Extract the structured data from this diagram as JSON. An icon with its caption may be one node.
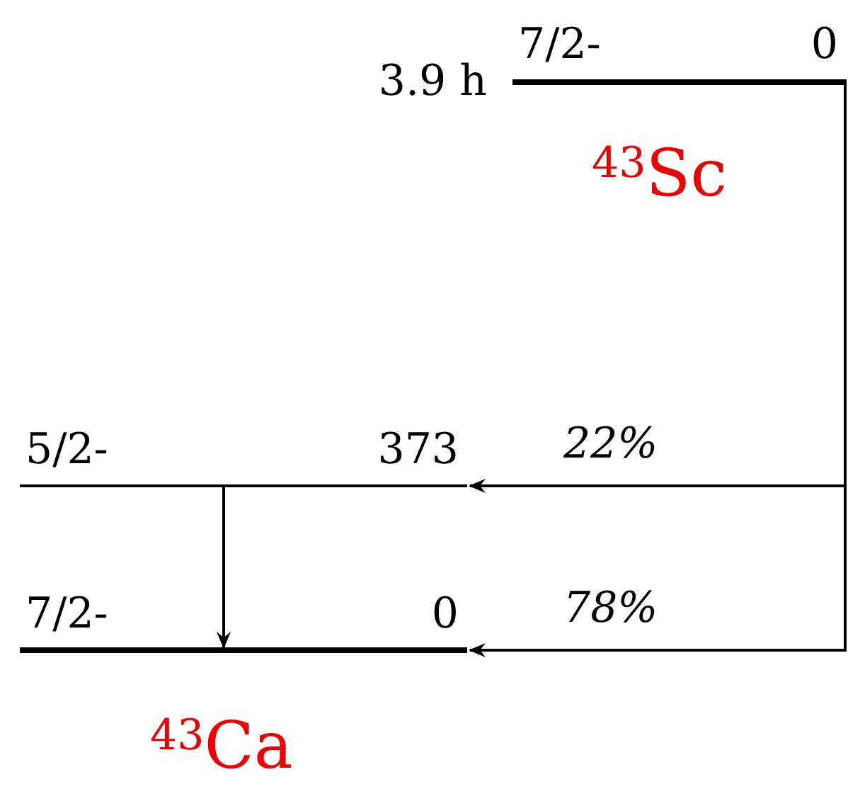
{
  "diagram": {
    "nodes": [
      {
        "text": [
          "7/2-",
          "0"
        ],
        "beside": [
          "3.9 h"
        ]
      },
      {
        "text": [
          "5/2-",
          "373"
        ]
      },
      {
        "text": [
          "7/2-",
          "0"
        ]
      }
    ],
    "edges": [
      {
        "from": 0,
        "to": 1,
        "arrow": "to",
        "label": "22%"
      },
      {
        "from": 0,
        "to": 2,
        "arrow": "to",
        "label": "78%"
      },
      {
        "from": 1,
        "to": 2,
        "arrow": "to"
      }
    ],
    "labels": [
      "$^{43}$Sc",
      "$^{43}$Ca"
    ]
  }
}
